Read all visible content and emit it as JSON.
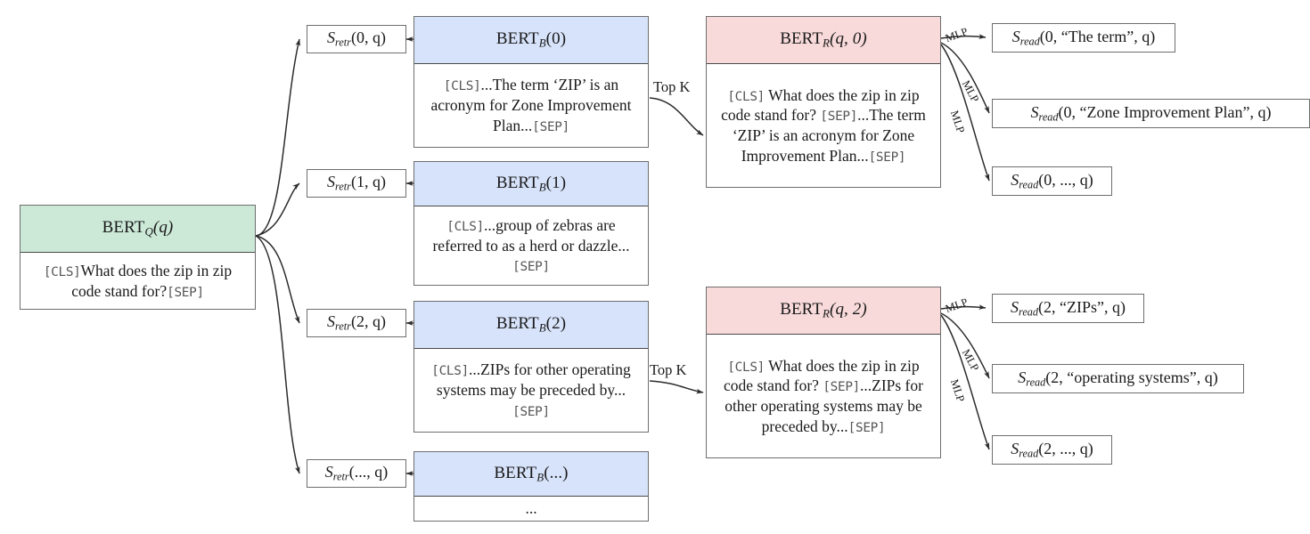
{
  "figure": {
    "title": "Retrieve-and-read BERT pipeline diagram",
    "colors": {
      "query_header": "#cce9d8",
      "body_header": "#d7e3fa",
      "reader_header": "#f8dada",
      "box_border": "#6e6e6e",
      "arrow": "#2b2b2b",
      "text": "#1a1a1a"
    }
  },
  "query": {
    "header": "BERT",
    "header_sub": "Q",
    "header_arg": "(q)",
    "cls": "[CLS]",
    "text": "What does the zip in zip code stand for?",
    "sep": "[SEP]"
  },
  "retriever_scores": [
    {
      "name": "S",
      "sub": "retr",
      "args": "(0, q)"
    },
    {
      "name": "S",
      "sub": "retr",
      "args": "(1, q)"
    },
    {
      "name": "S",
      "sub": "retr",
      "args": "(2, q)"
    },
    {
      "name": "S",
      "sub": "retr",
      "args": "(..., q)"
    }
  ],
  "passages": [
    {
      "header": "BERT",
      "header_sub": "B",
      "header_arg": "(0)",
      "cls": "[CLS]",
      "text": "...The term ‘ZIP’ is an acronym for Zone Improvement Plan...",
      "sep": "[SEP]"
    },
    {
      "header": "BERT",
      "header_sub": "B",
      "header_arg": "(1)",
      "cls": "[CLS]",
      "text": "...group of zebras are referred to as a herd or dazzle...",
      "sep": "[SEP]"
    },
    {
      "header": "BERT",
      "header_sub": "B",
      "header_arg": "(2)",
      "cls": "[CLS]",
      "text": "...ZIPs for other operating systems may be preceded by...",
      "sep": "[SEP]"
    },
    {
      "header": "BERT",
      "header_sub": "B",
      "header_arg": "(...)",
      "cls": "",
      "text": "...",
      "sep": ""
    }
  ],
  "topk_label": "Top K",
  "mlp_label": "MLP",
  "readers": [
    {
      "header": "BERT",
      "header_sub": "R",
      "header_arg": "(q, 0)",
      "cls": "[CLS]",
      "question": "What does the zip in zip code stand for?",
      "sep": "[SEP]",
      "passage": "...The term ‘ZIP’ is an acronym for Zone Improvement Plan...",
      "sep2": "[SEP]"
    },
    {
      "header": "BERT",
      "header_sub": "R",
      "header_arg": "(q, 2)",
      "cls": "[CLS]",
      "question": "What does the zip in zip code stand for?",
      "sep": "[SEP]",
      "passage": "...ZIPs for other operating systems may be preceded by...",
      "sep2": "[SEP]"
    }
  ],
  "reader_scores": [
    {
      "name": "S",
      "sub": "read",
      "args": "(0, “The term”, q)"
    },
    {
      "name": "S",
      "sub": "read",
      "args": "(0, “Zone Improvement Plan”, q)"
    },
    {
      "name": "S",
      "sub": "read",
      "args": "(0, ..., q)"
    },
    {
      "name": "S",
      "sub": "read",
      "args": "(2, “ZIPs”, q)"
    },
    {
      "name": "S",
      "sub": "read",
      "args": "(2, “operating systems”, q)"
    },
    {
      "name": "S",
      "sub": "read",
      "args": "(2, ..., q)"
    }
  ]
}
